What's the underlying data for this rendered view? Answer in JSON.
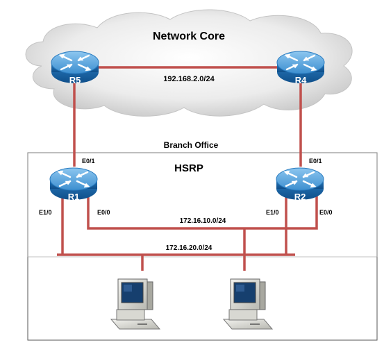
{
  "cloud": {
    "label": "Network Core"
  },
  "branch": {
    "label": "Branch Office",
    "protocol": "HSRP"
  },
  "routers": {
    "r5": {
      "name": "R5"
    },
    "r4": {
      "name": "R4"
    },
    "r1": {
      "name": "R1",
      "uplink_if": "E0/1",
      "lan20_if": "E1/0",
      "lan10_if": "E0/0"
    },
    "r2": {
      "name": "R2",
      "uplink_if": "E0/1",
      "lan20_if": "E1/0",
      "lan10_if": "E0/0"
    }
  },
  "networks": {
    "core": "192.168.2.0/24",
    "lan10": "172.16.10.0/24",
    "lan20": "172.16.20.0/24"
  },
  "colors": {
    "link": "#c0504d",
    "router_top": "#5aa6dc",
    "router_side": "#1f6fb2",
    "cloud": "#dcdcdc"
  }
}
